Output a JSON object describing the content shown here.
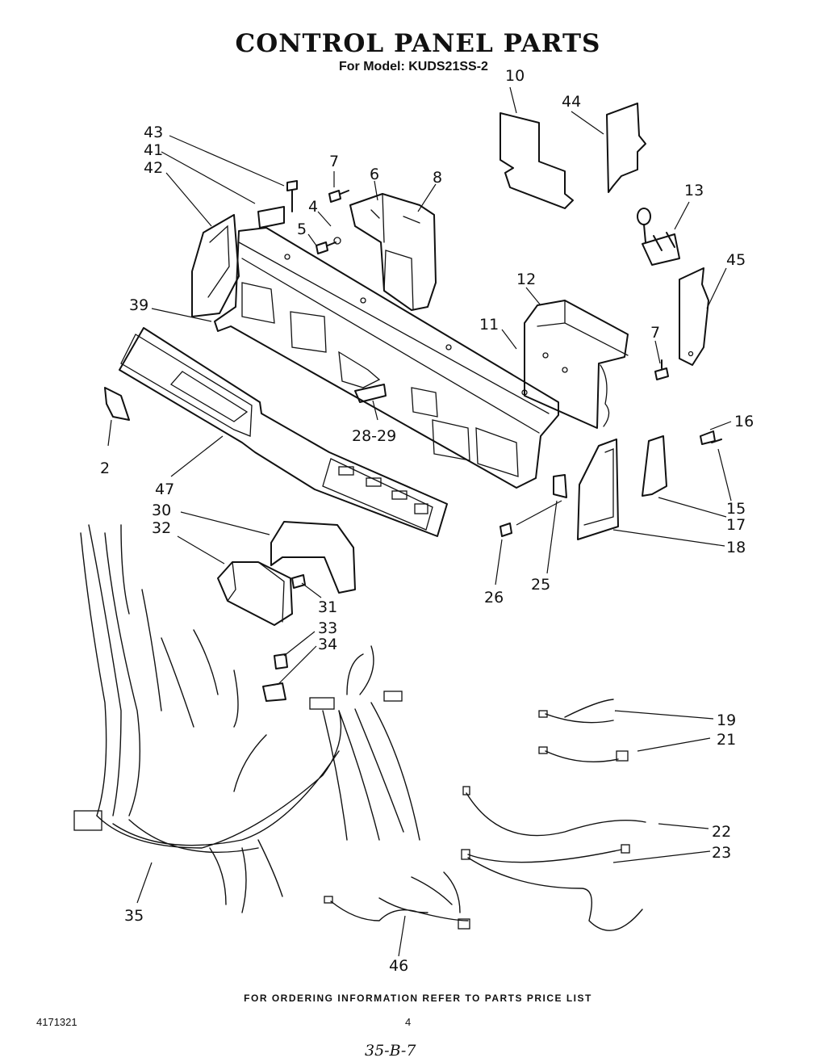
{
  "header": {
    "title": "CONTROL PANEL PARTS",
    "subtitle": "For Model: KUDS21SS-2"
  },
  "footer": {
    "ordering_note": "FOR ORDERING INFORMATION REFER TO PARTS PRICE LIST",
    "document_number": "4171321",
    "page_number": "4",
    "handwritten_note": "35-B-7"
  },
  "callouts": [
    {
      "id": "c10",
      "label": "10"
    },
    {
      "id": "c44",
      "label": "44"
    },
    {
      "id": "c13",
      "label": "13"
    },
    {
      "id": "c45",
      "label": "45"
    },
    {
      "id": "c43",
      "label": "43"
    },
    {
      "id": "c41",
      "label": "41"
    },
    {
      "id": "c42",
      "label": "42"
    },
    {
      "id": "c7a",
      "label": "7"
    },
    {
      "id": "c6",
      "label": "6"
    },
    {
      "id": "c8",
      "label": "8"
    },
    {
      "id": "c4",
      "label": "4"
    },
    {
      "id": "c5",
      "label": "5"
    },
    {
      "id": "c12",
      "label": "12"
    },
    {
      "id": "c39",
      "label": "39"
    },
    {
      "id": "c11",
      "label": "11"
    },
    {
      "id": "c7b",
      "label": "7"
    },
    {
      "id": "c16",
      "label": "16"
    },
    {
      "id": "c28",
      "label": "28-29"
    },
    {
      "id": "c2",
      "label": "2"
    },
    {
      "id": "c47",
      "label": "47"
    },
    {
      "id": "c15",
      "label": "15"
    },
    {
      "id": "c17",
      "label": "17"
    },
    {
      "id": "c18",
      "label": "18"
    },
    {
      "id": "c30",
      "label": "30"
    },
    {
      "id": "c32",
      "label": "32"
    },
    {
      "id": "c26",
      "label": "26"
    },
    {
      "id": "c25",
      "label": "25"
    },
    {
      "id": "c31",
      "label": "31"
    },
    {
      "id": "c33",
      "label": "33"
    },
    {
      "id": "c34",
      "label": "34"
    },
    {
      "id": "c19",
      "label": "19"
    },
    {
      "id": "c21",
      "label": "21"
    },
    {
      "id": "c22",
      "label": "22"
    },
    {
      "id": "c23",
      "label": "23"
    },
    {
      "id": "c35",
      "label": "35"
    },
    {
      "id": "c46",
      "label": "46"
    }
  ]
}
